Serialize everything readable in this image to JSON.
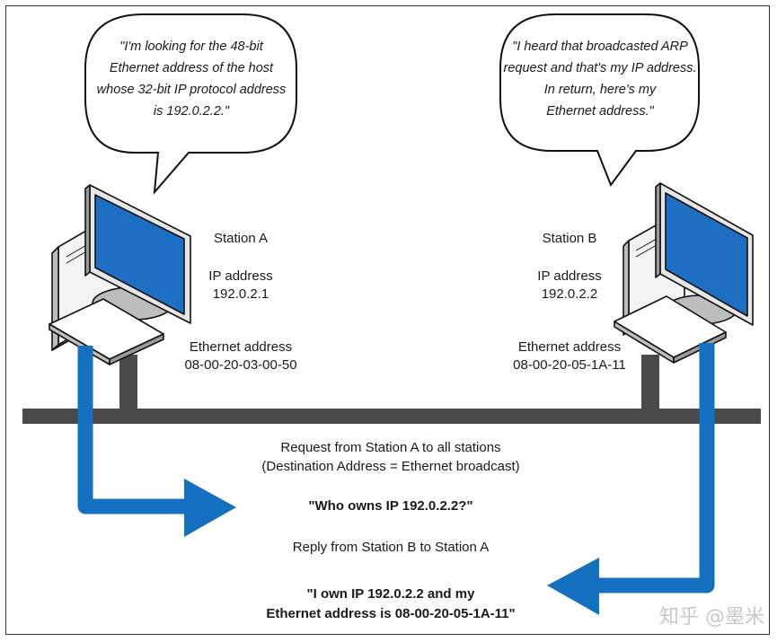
{
  "colors": {
    "arrow": "#1670c0",
    "screen": "#1e6fc4",
    "bus": "#4a4a4a",
    "outline": "#111111"
  },
  "station_a": {
    "speech": [
      "\"I'm looking for the 48-bit",
      "Ethernet address of the host",
      "whose 32-bit IP protocol address",
      "is 192.0.2.2.\""
    ],
    "name": "Station A",
    "ip_label": "IP address",
    "ip_value": "192.0.2.1",
    "eth_label": "Ethernet address",
    "eth_value": "08-00-20-03-00-50"
  },
  "station_b": {
    "speech": [
      "\"I heard that broadcasted ARP",
      "request and that's my IP address.",
      "In return, here's my",
      "Ethernet address.\""
    ],
    "name": "Station B",
    "ip_label": "IP address",
    "ip_value": "192.0.2.2",
    "eth_label": "Ethernet address",
    "eth_value": "08-00-20-05-1A-11"
  },
  "request": {
    "line1": "Request from Station A to all stations",
    "line2": "(Destination Address = Ethernet broadcast)",
    "question": "\"Who owns IP 192.0.2.2?\""
  },
  "reply": {
    "line1": "Reply from Station B to Station A",
    "answer1": "\"I own IP 192.0.2.2 and my",
    "answer2": "Ethernet address is 08-00-20-05-1A-11\""
  },
  "watermark": "知乎 @墨米"
}
